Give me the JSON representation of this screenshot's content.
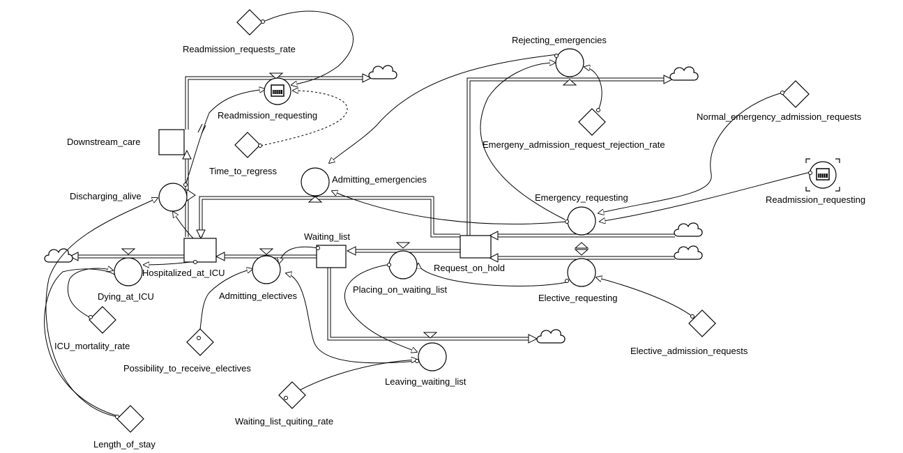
{
  "stocks": {
    "downstream_care": "Downstream_care",
    "hospitalized_at_icu": "Hospitalized_at_ICU",
    "waiting_list": "Waiting_list",
    "request_on_hold": "Request_on_hold"
  },
  "flows": {
    "readmission_requesting": "Readmission_requesting",
    "rejecting_emergencies": "Rejecting_emergencies",
    "admitting_emergencies": "Admitting_emergencies",
    "emergency_requesting": "Emergency_requesting",
    "discharging_alive": "Discharging_alive",
    "dying_at_icu": "Dying_at_ICU",
    "admitting_electives": "Admitting_electives",
    "placing_on_waiting_list": "Placing_on_waiting_list",
    "elective_requesting": "Elective_requesting",
    "leaving_waiting_list": "Leaving_waiting_list"
  },
  "ghosts": {
    "readmission_requesting_ghost": "Readmission_requesting"
  },
  "auxiliaries": {
    "readmission_requests_rate": "Readmission_requests_rate",
    "time_to_regress": "Time_to_regress",
    "emergeny_admission_request_rejection_rate": "Emergeny_admission_request_rejection_rate",
    "normal_emergency_admission_requests": "Normal_emergency_admission_requests",
    "icu_mortality_rate": "ICU_mortality_rate",
    "possibility_to_receive_electives": "Possibility_to_receive_electives",
    "waiting_list_quiting_rate": "Waiting_list_quiting_rate",
    "elective_admission_requests": "Elective_admission_requests",
    "length_of_stay": "Length_of_stay"
  }
}
